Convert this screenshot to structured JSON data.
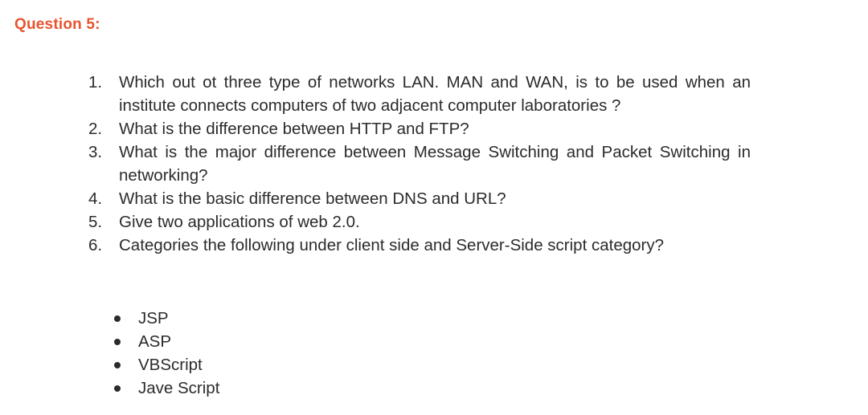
{
  "document": {
    "heading": "Question 5:",
    "heading_color": "#e8542e",
    "text_color": "#2b2b2b",
    "background_color": "#ffffff",
    "questions": [
      {
        "number": "1.",
        "text": "Which out ot three type of networks LAN. MAN and WAN, is to be used when an institute connects computers of two adjacent computer laboratories ?"
      },
      {
        "number": "2.",
        "text": "What is the difference between HTTP and FTP?"
      },
      {
        "number": "3.",
        "text": "What is the major difference between Message Switching and Packet Switching in networking?"
      },
      {
        "number": "4.",
        "text": "What is the basic difference between DNS and URL?"
      },
      {
        "number": "5.",
        "text": "Give two applications of web 2.0."
      },
      {
        "number": "6.",
        "text": "Categories the following under client side and Server-Side script category?"
      }
    ],
    "script_list": [
      {
        "label": "JSP"
      },
      {
        "label": "ASP"
      },
      {
        "label": "VBScript"
      },
      {
        "label": "Jave Script"
      }
    ]
  }
}
